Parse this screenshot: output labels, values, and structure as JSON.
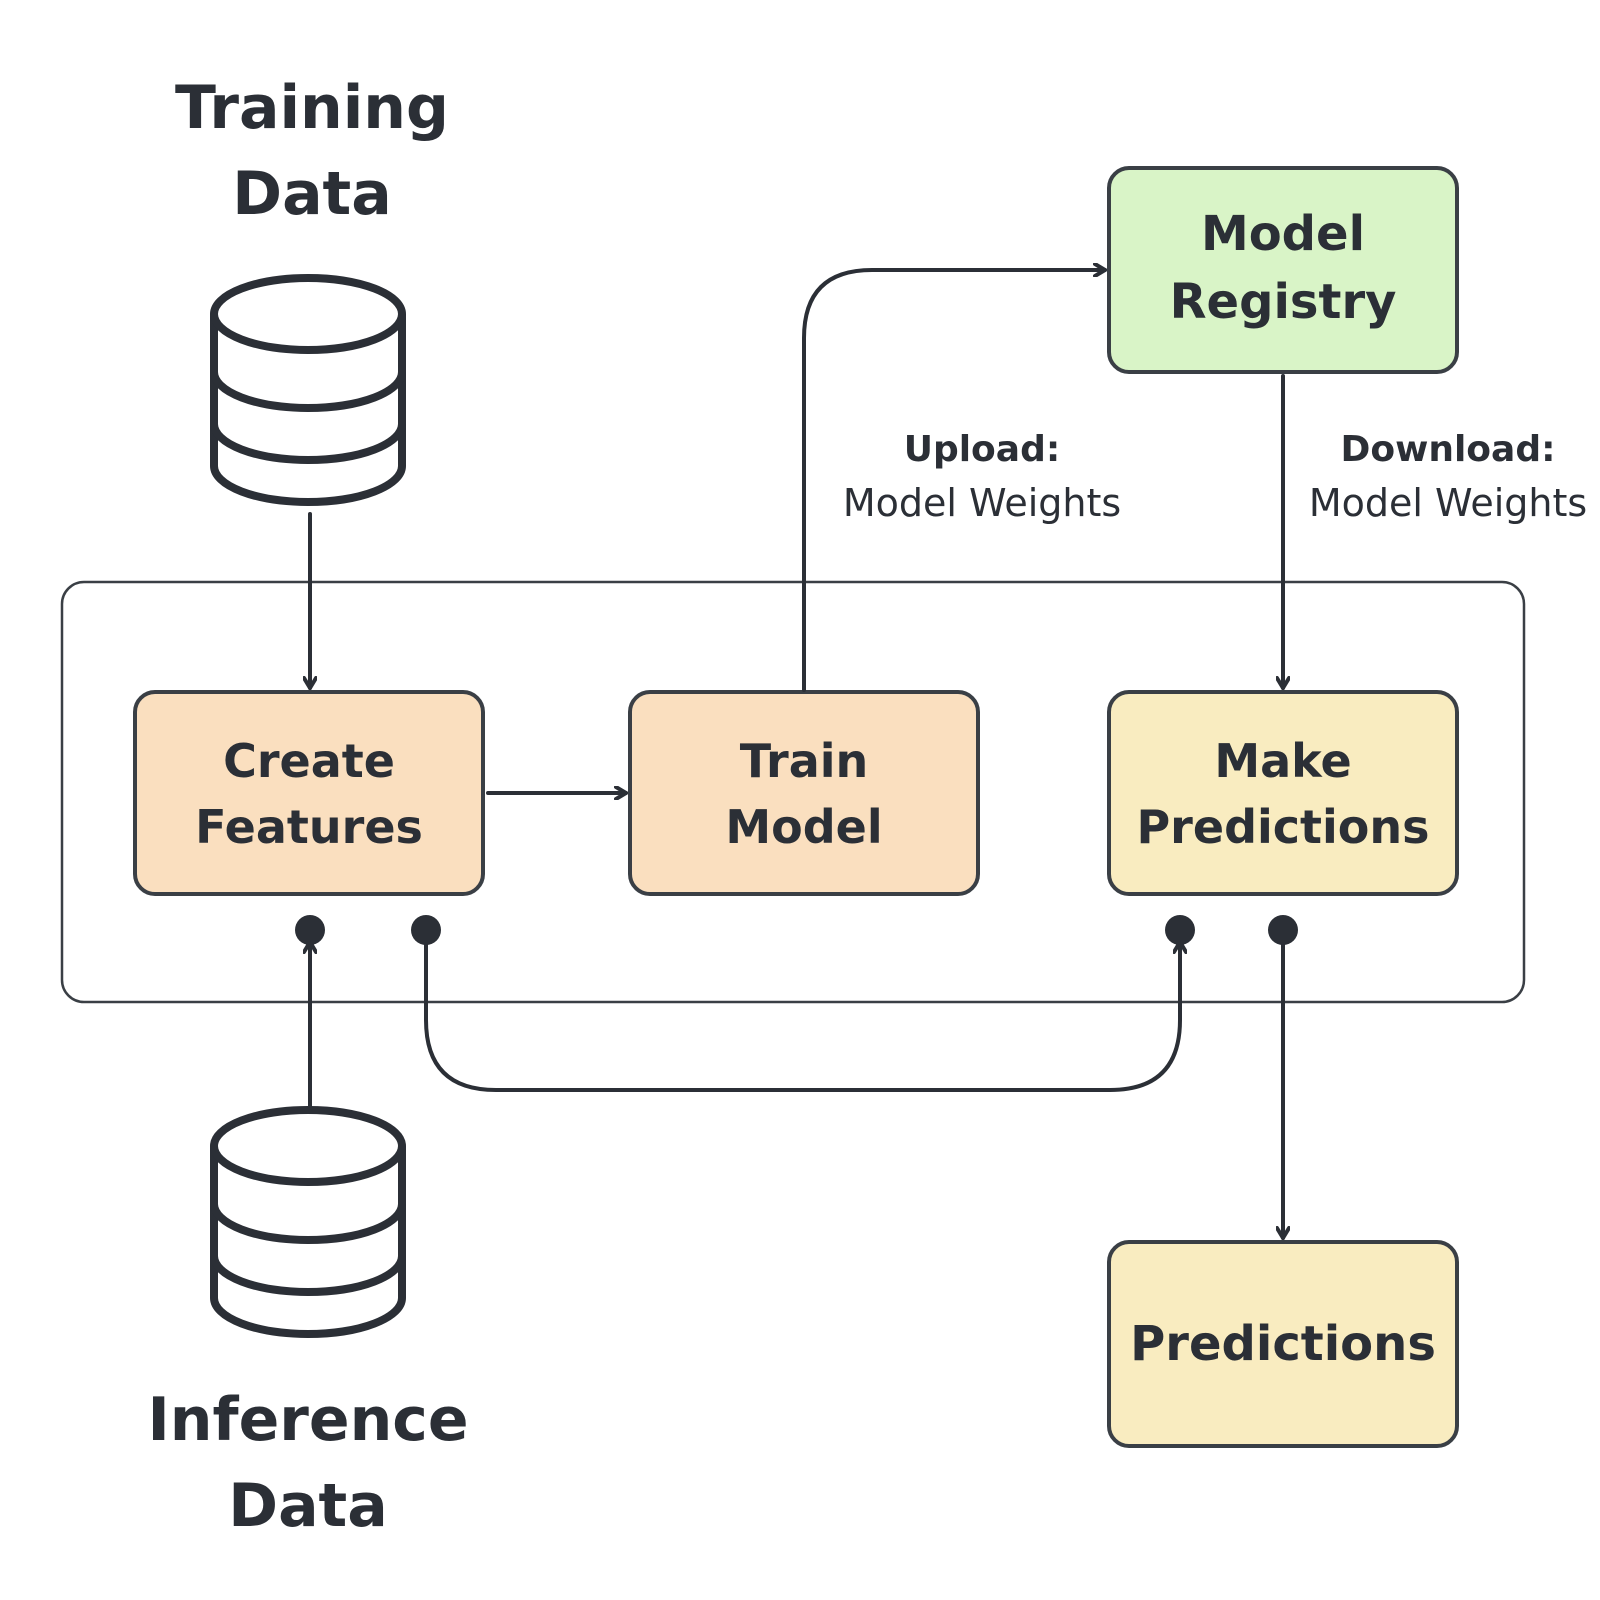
{
  "nodes": {
    "training_data": {
      "line1": "Training",
      "line2": "Data"
    },
    "inference_data": {
      "line1": "Inference",
      "line2": "Data"
    },
    "create_features": {
      "line1": "Create",
      "line2": "Features"
    },
    "train_model": {
      "line1": "Train",
      "line2": "Model"
    },
    "make_predictions": {
      "line1": "Make",
      "line2": "Predictions"
    },
    "model_registry": {
      "line1": "Model",
      "line2": "Registry"
    },
    "predictions": {
      "label": "Predictions"
    }
  },
  "edge_labels": {
    "upload": {
      "title": "Upload:",
      "text": "Model Weights"
    },
    "download": {
      "title": "Download:",
      "text": "Model Weights"
    }
  },
  "colors": {
    "stroke": "#2b2f36",
    "peach": "#fadfbf",
    "yellow": "#f9ecc0",
    "green": "#d9f4c7"
  },
  "icons": {
    "training_db": "database-icon",
    "inference_db": "database-icon"
  }
}
